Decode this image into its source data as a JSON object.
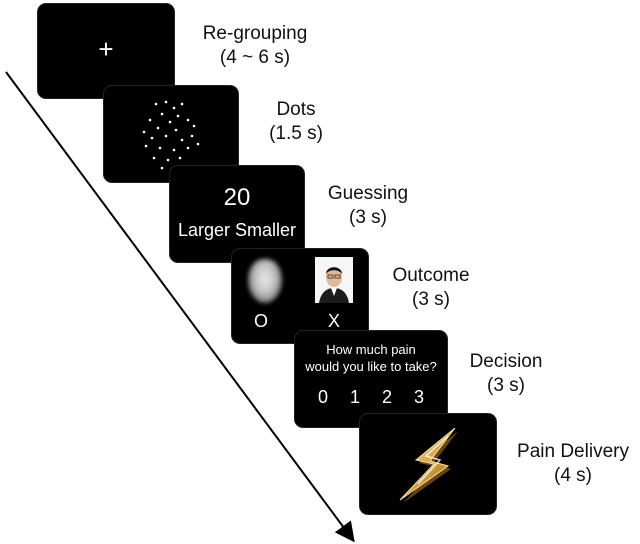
{
  "steps": [
    {
      "name": "Re-grouping",
      "duration": "(4 ~ 6 s)",
      "content": {
        "symbol": "+"
      }
    },
    {
      "name": "Dots",
      "duration": "(1.5 s)"
    },
    {
      "name": "Guessing",
      "duration": "(3 s)",
      "content": {
        "number": "20",
        "options": "Larger Smaller"
      }
    },
    {
      "name": "Outcome",
      "duration": "(3 s)",
      "content": {
        "left_mark": "O",
        "right_mark": "X"
      }
    },
    {
      "name": "Decision",
      "duration": "(3 s)",
      "content": {
        "question_line1": "How much pain",
        "question_line2": "would you like to take?",
        "choices": [
          "0",
          "1",
          "2",
          "3"
        ]
      }
    },
    {
      "name": "Pain Delivery",
      "duration": "(4 s)",
      "content": {
        "icon": "lightning-bolt-icon"
      }
    }
  ],
  "colors": {
    "screen": "#000000",
    "text_on_screen": "#ffffff",
    "bolt": "#d9a441"
  }
}
